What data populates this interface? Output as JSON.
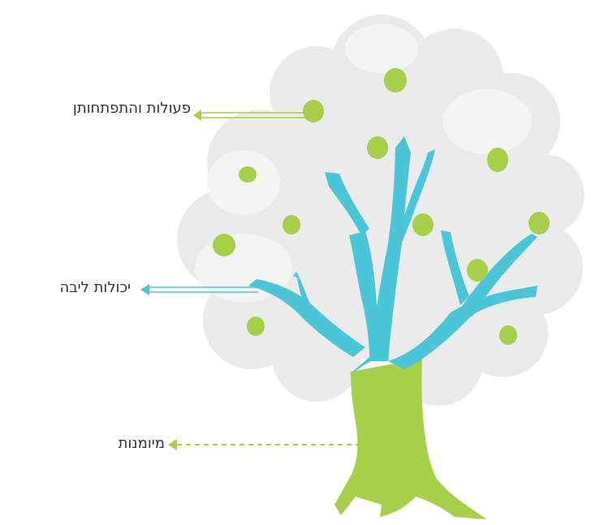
{
  "labels": {
    "actions": "פעולות והתפתחותן",
    "core": "יכולות ליבה",
    "skills": "מיומנות"
  },
  "colors": {
    "crown": "#ebebeb",
    "crown_inner": "#f4f4f4",
    "branches": "#4bc6d8",
    "trunk": "#a6cf4a",
    "fruit": "#a6cf4a",
    "text": "#333333"
  }
}
